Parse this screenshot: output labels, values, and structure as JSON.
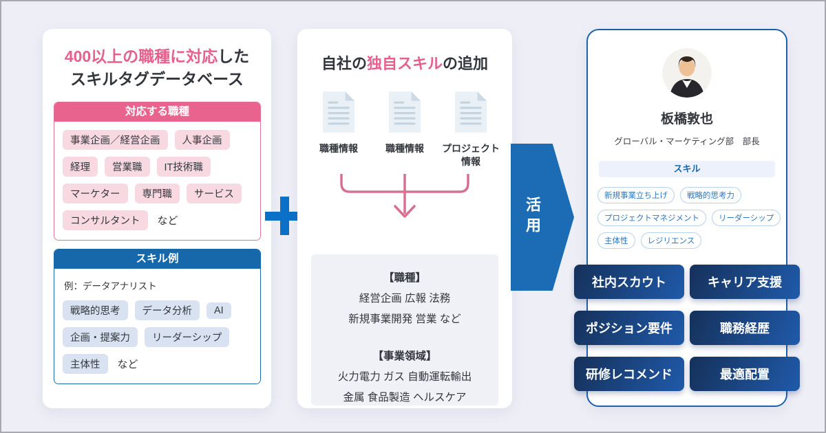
{
  "left_card": {
    "title": {
      "line1_highlight": "400以上の職種に対応",
      "line1_rest": "した",
      "line2": "スキルタグデータベース"
    },
    "jobs": {
      "header": "対応する職種",
      "rows": [
        [
          "事業企画／経営企画",
          "人事企画"
        ],
        [
          "経理",
          "営業職",
          "IT技術職"
        ],
        [
          "マーケター",
          "専門職",
          "サービス"
        ],
        [
          "コンサルタント"
        ]
      ],
      "more_label": "など"
    },
    "skills": {
      "header": "スキル例",
      "example_label": "例：データアナリスト",
      "rows": [
        [
          "戦略的思考",
          "データ分析",
          "AI"
        ],
        [
          "企画・提案力",
          "リーダーシップ"
        ],
        [
          "主体性"
        ]
      ],
      "more_label": "など"
    }
  },
  "middle_card": {
    "title": {
      "pre": "自社の",
      "highlight": "独自スキル",
      "post": "の追加"
    },
    "documents": [
      {
        "label": "職種情報"
      },
      {
        "label": "職種情報"
      },
      {
        "label": "プロジェクト情報"
      }
    ],
    "result_box": {
      "jobs_title": "【職種】",
      "jobs_line1": "経営企画 広報 法務",
      "jobs_line2": "新規事業開発 営業 など",
      "domains_title": "【事業領域】",
      "domains_line1": "火力電力 ガス 自動運転輸出",
      "domains_line2": "金属 食品製造 ヘルスケア"
    }
  },
  "flow_arrow": {
    "label": "活用"
  },
  "profile_card": {
    "name": "板橋敦也",
    "department": "グローバル・マーケティング部　部長",
    "skills_header": "スキル",
    "skill_rows": [
      [
        "新規事業立ち上げ",
        "戦略的思考力"
      ],
      [
        "プロジェクトマネジメント",
        "リーダーシップ"
      ],
      [
        "主体性",
        "レジリエンス"
      ]
    ],
    "feature_buttons": [
      "社内スカウト",
      "キャリア支援",
      "ポジション要件",
      "職務経歴",
      "研修レコメンド",
      "最適配置"
    ]
  },
  "icons": {
    "plus": "plus-icon",
    "document": "document-icon",
    "merge_arrow": "merge-down-arrow-icon",
    "flow_chevron": "right-chevron-arrow",
    "avatar": "person-photo"
  },
  "colors": {
    "background": "#edeef6",
    "accent_pink": "#e5608c",
    "pink_header": "#e8648f",
    "pink_tag_bg": "#f8d8e1",
    "accent_blue": "#1668ab",
    "blue_tag_bg": "#d8e2f1",
    "plus_blue": "#0b70c7",
    "arrow_blue": "#1b6cb5",
    "profile_border": "#1b61a9",
    "button_gradient_dark": "#16335e",
    "button_gradient_light": "#1f58a6"
  }
}
